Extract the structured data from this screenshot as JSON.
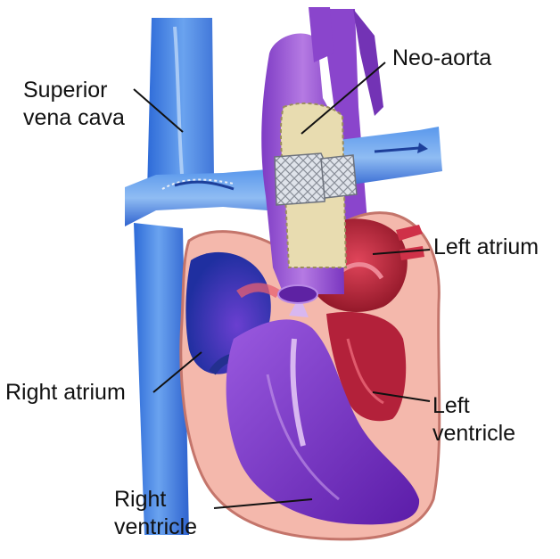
{
  "labels": {
    "superior_vena_cava": [
      "Superior",
      "vena cava"
    ],
    "neo_aorta": "Neo-aorta",
    "left_atrium": "Left atrium",
    "right_atrium": "Right atrium",
    "left_ventricle": [
      "Left",
      "ventricle"
    ],
    "right_ventricle": [
      "Right",
      "ventricle"
    ]
  },
  "colors": {
    "vein_blue": "#3f7fe0",
    "vein_light": "#9cc3f5",
    "aorta_purple": "#9a4fd2",
    "graft_cream": "#e8dcb0",
    "left_heart_red": "#c2283e",
    "pericardium_pink": "#f4b8ac",
    "right_ventricle_purple": "#7a2fc6",
    "right_atrium_blue": "#2a3fb5"
  }
}
